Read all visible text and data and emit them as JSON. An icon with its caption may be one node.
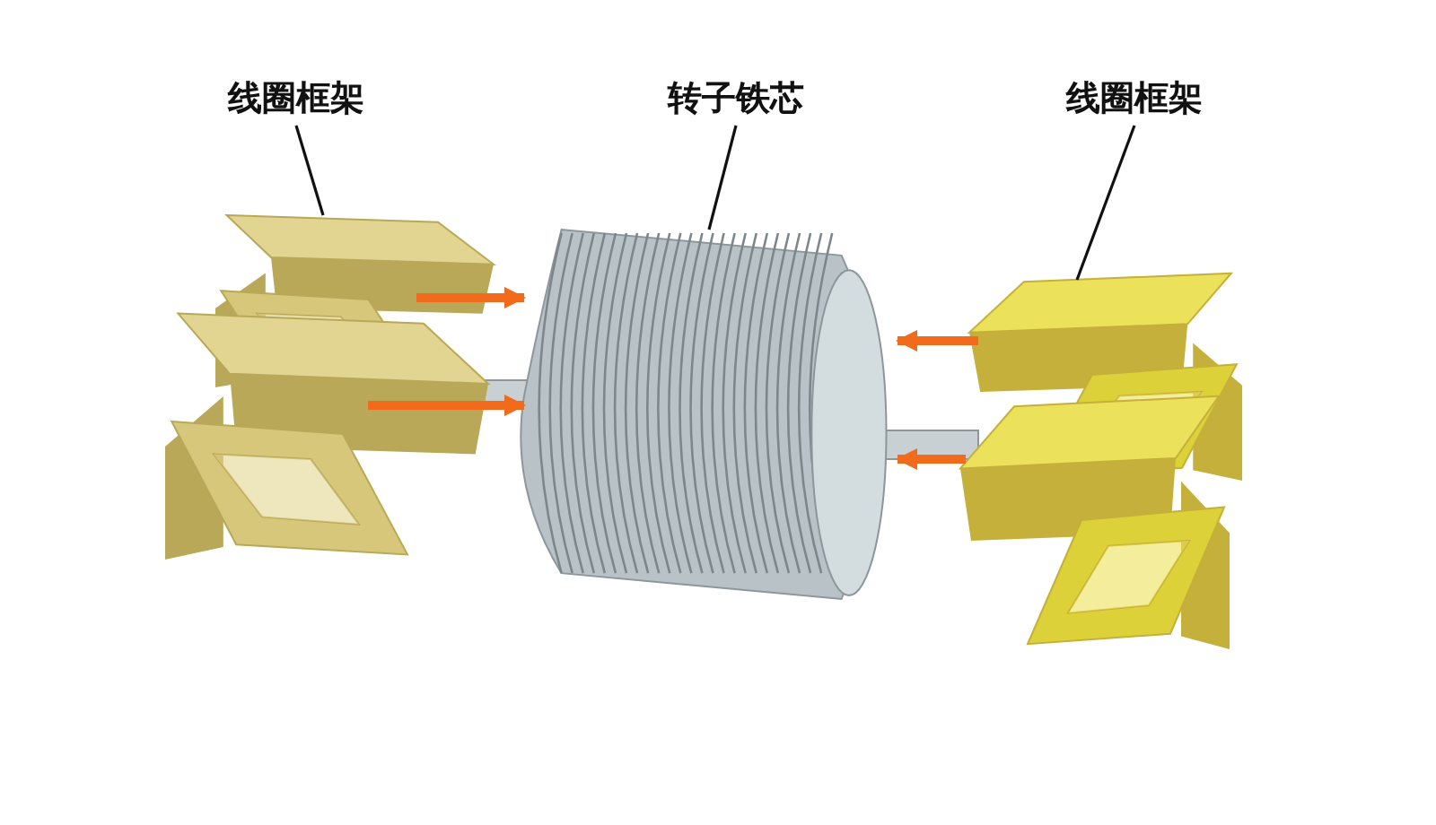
{
  "diagram": {
    "nodes": [
      {
        "text": [
          "线圈框架"
        ]
      },
      {
        "text": [
          "转子铁芯"
        ]
      },
      {
        "text": [
          "线圈框架"
        ]
      },
      {
        "text": [],
        "shape": "picture"
      },
      {
        "text": [],
        "shape": "picture"
      },
      {
        "text": [],
        "shape": "picture"
      },
      {
        "text": [],
        "shape": "picture"
      },
      {
        "text": [],
        "shape": "picture"
      }
    ],
    "edges": [
      {
        "from": 0,
        "to": 3,
        "arrow": "none",
        "color": "#111111"
      },
      {
        "from": 1,
        "to": 5,
        "arrow": "none",
        "color": "#111111"
      },
      {
        "from": 2,
        "to": 6,
        "arrow": "none",
        "color": "#111111"
      },
      {
        "from": 3,
        "to": 5,
        "arrow": "to"
      },
      {
        "from": 4,
        "to": 5,
        "arrow": "to"
      },
      {
        "from": 6,
        "to": 5,
        "arrow": "to"
      },
      {
        "from": 7,
        "to": 5,
        "arrow": "to"
      }
    ]
  }
}
